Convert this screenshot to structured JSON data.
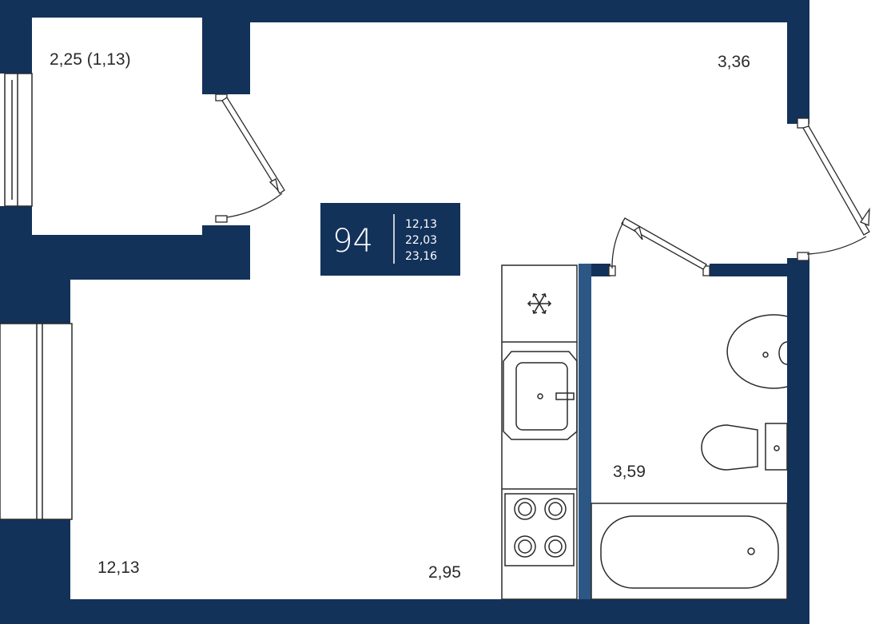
{
  "colors": {
    "wall": "#13325a",
    "wall_light": "#2c5785",
    "line": "#2a2a2a",
    "background": "#ffffff"
  },
  "badge": {
    "number": "94",
    "areas": [
      "12,13",
      "22,03",
      "23,16"
    ]
  },
  "rooms": {
    "loggia": "2,25 (1,13)",
    "hallway": "3,36",
    "bathroom": "3,59",
    "living_room": "12,13",
    "kitchen": "2,95"
  },
  "fixtures": {
    "fridge_icon": "snowflake-icon",
    "sink_icon": "kitchen-sink-icon",
    "stove_icon": "stove-icon",
    "washbasin_icon": "washbasin-icon",
    "toilet_icon": "toilet-icon",
    "bathtub_icon": "bathtub-icon"
  }
}
